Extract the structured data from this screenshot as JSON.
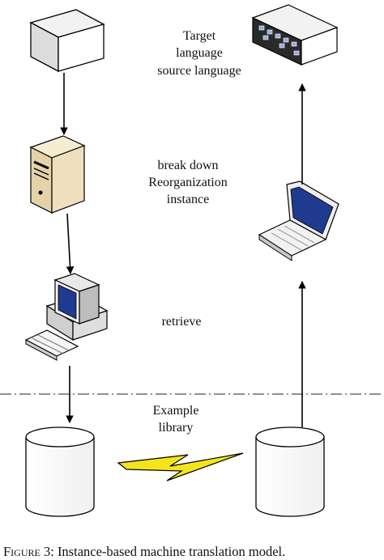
{
  "labels": {
    "target_language": "Target",
    "target_language_2": "language",
    "source_language": "source language",
    "break_down": "break down",
    "reorganization": "Reorganization",
    "instance": "instance",
    "retrieve": "retrieve",
    "example": "Example",
    "library": "library"
  },
  "caption": {
    "figure": "Figure 3:",
    "text": "Instance-based machine translation model."
  },
  "icons": {
    "source_device": "server-box-icon",
    "server_tower": "tower-server-icon",
    "desktop_pc": "desktop-computer-icon",
    "keyboard": "keyboard-icon",
    "left_database": "database-cylinder-icon",
    "right_database": "database-cylinder-icon",
    "link": "lightning-link-icon",
    "laptop": "laptop-icon",
    "network_switch": "network-switch-icon"
  },
  "colors": {
    "lightning_fill": "#f4e41c",
    "tower_fill": "#eedfbe",
    "laptop_screen": "#1f3a8f",
    "line": "#000000"
  }
}
